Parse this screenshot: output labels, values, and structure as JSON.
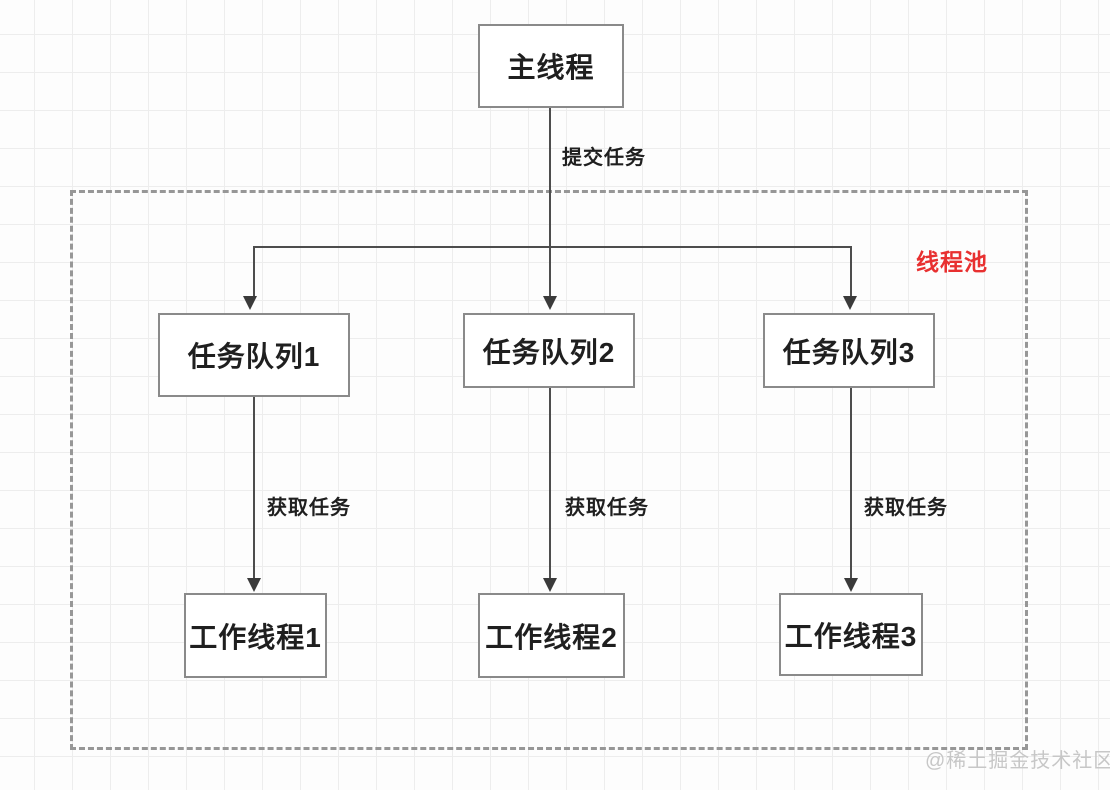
{
  "diagram": {
    "nodes": {
      "main_thread": "主线程",
      "queues": [
        "任务队列1",
        "任务队列2",
        "任务队列3"
      ],
      "workers": [
        "工作线程1",
        "工作线程2",
        "工作线程3"
      ]
    },
    "labels": {
      "pool": "线程池",
      "submit_task": "提交任务",
      "fetch_task": "获取任务"
    },
    "watermark": "@稀土掘金技术社区",
    "colors": {
      "pool_label": "#e83030",
      "connector_line": "#4d4d4d",
      "node_border": "#8a8a8a",
      "dashed_border": "#979797",
      "watermark": "#c7c7c7"
    }
  }
}
